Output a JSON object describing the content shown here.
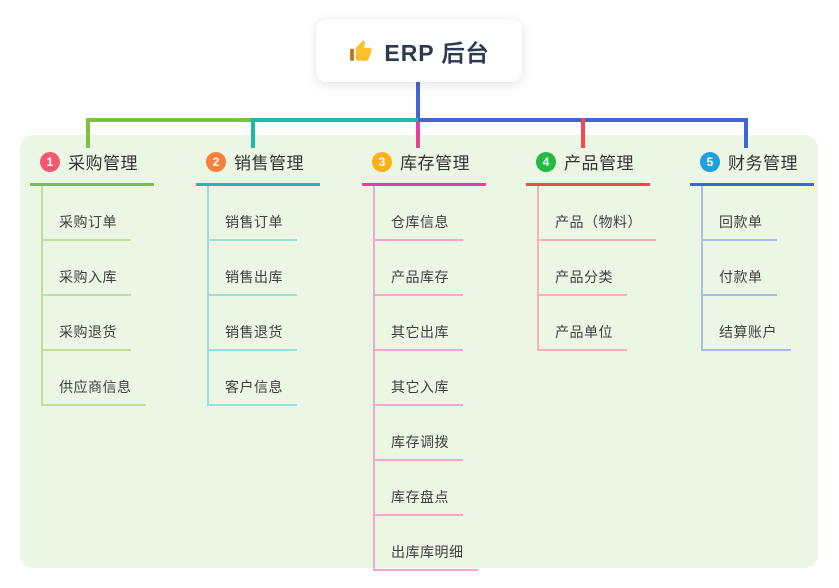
{
  "root": {
    "icon": "thumbs-up-icon",
    "label": "ERP 后台"
  },
  "colors": {
    "canvas_background": "#ffffff",
    "panel_background": "#ebf7e4",
    "root_connector": "#4565d6",
    "root_text": "#2c3a50",
    "node_text": "#3f3f3f",
    "thumb_yellow": "#fbc02d"
  },
  "branches": [
    {
      "num": "1",
      "label": "采购管理",
      "color": "#7cc142",
      "light_color": "#bfe09b",
      "badge_color": "#f4596e",
      "children": [
        "采购订单",
        "采购入库",
        "采购退货",
        "供应商信息"
      ]
    },
    {
      "num": "2",
      "label": "销售管理",
      "color": "#1fb9ac",
      "light_color": "#9adfd8",
      "badge_color": "#f57f3b",
      "children": [
        "销售订单",
        "销售出库",
        "销售退货",
        "客户信息"
      ]
    },
    {
      "num": "3",
      "label": "库存管理",
      "color": "#e83e9c",
      "light_color": "#f3a8d2",
      "badge_color": "#fdaf17",
      "children": [
        "仓库信息",
        "产品库存",
        "其它出库",
        "其它入库",
        "库存调拨",
        "库存盘点",
        "出库库明细"
      ]
    },
    {
      "num": "4",
      "label": "产品管理",
      "color": "#f8484e",
      "light_color": "#fbb0b4",
      "badge_color": "#21ba45",
      "children": [
        "产品（物料）",
        "产品分类",
        "产品单位"
      ]
    },
    {
      "num": "5",
      "label": "财务管理",
      "color": "#3d65d8",
      "light_color": "#a9bce8",
      "badge_color": "#1f9fdb",
      "children": [
        "回款单",
        "付款单",
        "结算账户"
      ]
    }
  ]
}
